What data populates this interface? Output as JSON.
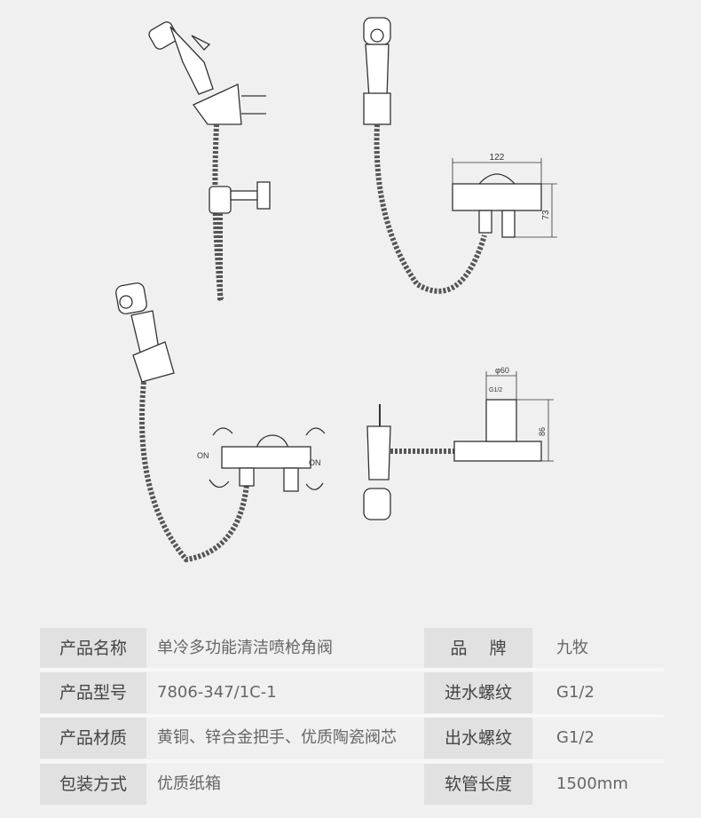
{
  "diagram_labels": {
    "width_dim": "122",
    "height_dim": "73",
    "diameter_dim": "φ60",
    "thread_dim": "G1/2",
    "side_height_dim": "86",
    "on_left": "ON",
    "on_right": "ON"
  },
  "specs": [
    {
      "label": "产品名称",
      "value": "单冷多功能清洁喷枪角阀",
      "label2": "品　 牌",
      "value2": "九牧"
    },
    {
      "label": "产品型号",
      "value": "7806-347/1C-1",
      "label2": "进水螺纹",
      "value2": "G1/2"
    },
    {
      "label": "产品材质",
      "value": "黄铜、锌合金把手、优质陶瓷阀芯",
      "label2": "出水螺纹",
      "value2": "G1/2"
    },
    {
      "label": "包装方式",
      "value": "优质纸箱",
      "label2": "软管长度",
      "value2": "1500mm"
    }
  ]
}
